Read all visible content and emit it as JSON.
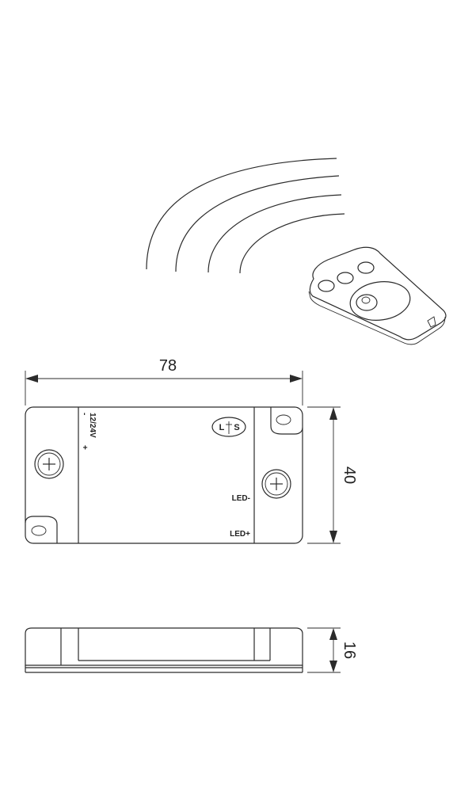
{
  "dimensions": {
    "length": "78",
    "width": "40",
    "height": "16"
  },
  "labels": {
    "input_voltage": "12/24V",
    "input_minus": "-",
    "input_plus": "+",
    "led_minus": "LED-",
    "led_plus": "LED+",
    "logo": "LS"
  },
  "icons": [
    "signal-waves-icon",
    "remote-control-icon",
    "screw-terminal-icon",
    "brand-logo-icon"
  ]
}
